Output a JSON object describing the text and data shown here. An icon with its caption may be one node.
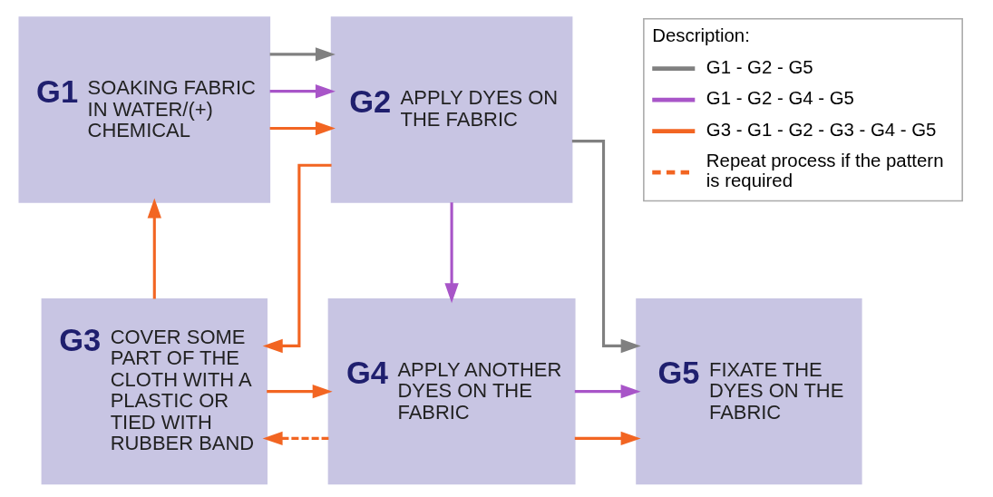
{
  "diagram": {
    "nodes": [
      {
        "text": [
          "G1",
          "SOAKING FABRIC IN WATER/(+) CHEMICAL"
        ]
      },
      {
        "text": [
          "G2",
          "APPLY DYES ON THE FABRIC"
        ]
      },
      {
        "text": [
          "G3",
          "COVER SOME PART OF THE CLOTH WITH A PLASTIC OR TIED WITH RUBBER BAND"
        ]
      },
      {
        "text": [
          "G4",
          "APPLY ANOTHER DYES ON THE FABRIC"
        ]
      },
      {
        "text": [
          "G5",
          "FIXATE THE DYES ON THE FABRIC"
        ]
      }
    ],
    "edges": [
      {
        "from": 0,
        "to": 1,
        "arrow": "to",
        "color": "#808080"
      },
      {
        "from": 0,
        "to": 1,
        "arrow": "to",
        "color": "#a855c8"
      },
      {
        "from": 0,
        "to": 1,
        "arrow": "to"
      },
      {
        "from": 1,
        "to": 2,
        "arrow": "to"
      },
      {
        "from": 1,
        "to": 3,
        "arrow": "to",
        "color": "#a855c8"
      },
      {
        "from": 1,
        "to": 4,
        "arrow": "to",
        "color": "#808080"
      },
      {
        "from": 2,
        "to": 0,
        "arrow": "to"
      },
      {
        "from": 2,
        "to": 3,
        "arrow": "to"
      },
      {
        "from": 3,
        "to": 2,
        "arrow": "to",
        "style": "dashed"
      },
      {
        "from": 3,
        "to": 4,
        "arrow": "to",
        "color": "#a855c8"
      },
      {
        "from": 3,
        "to": 4,
        "arrow": "to"
      }
    ],
    "labels": [
      "Description:"
    ],
    "legend": [
      {
        "text": "G1 - G2 - G5"
      },
      {
        "text": "G1 - G2 - G4 - G5"
      },
      {
        "text": "G3 - G1 - G2 - G3 - G4 - G5"
      },
      {
        "text": "Repeat process if the pattern is required"
      }
    ]
  }
}
